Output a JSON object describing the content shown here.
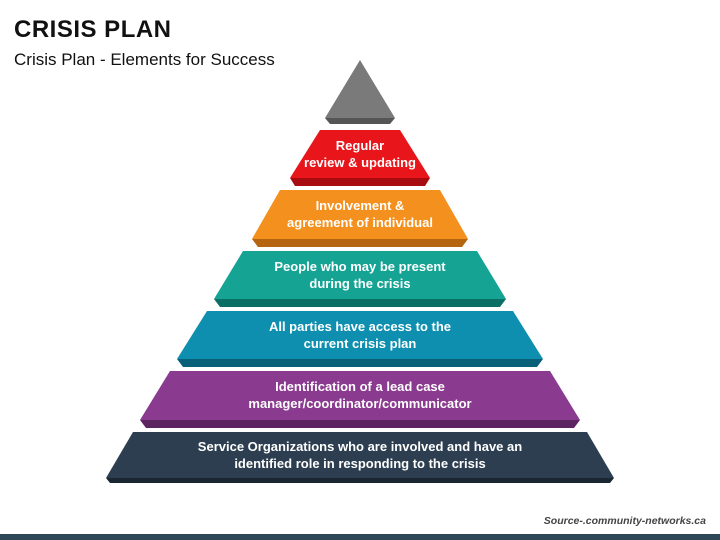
{
  "title": "CRISIS PLAN",
  "subtitle": "Crisis Plan - Elements for Success",
  "source": "Source-.community-networks.ca",
  "apex": {
    "color": "#7a7a7a",
    "shade": "#555555"
  },
  "tiers": [
    {
      "line1": "Regular",
      "line2": "review & updating",
      "color": "#e8151b",
      "shade": "#a80c10"
    },
    {
      "line1": "Involvement &",
      "line2": "agreement of individual",
      "color": "#f4901e",
      "shade": "#b56410"
    },
    {
      "line1": "People who may be present",
      "line2": "during the crisis",
      "color": "#15a394",
      "shade": "#0c6f65"
    },
    {
      "line1": "All parties have access to the",
      "line2": "current crisis plan",
      "color": "#0e8fb0",
      "shade": "#0a6079"
    },
    {
      "line1": "Identification of a lead case",
      "line2": "manager/coordinator/communicator",
      "color": "#8a3a8f",
      "shade": "#5c2460"
    },
    {
      "line1": "Service Organizations who are involved and have an",
      "line2": "identified role in responding to the crisis",
      "color": "#2c3e50",
      "shade": "#1a2631"
    }
  ]
}
